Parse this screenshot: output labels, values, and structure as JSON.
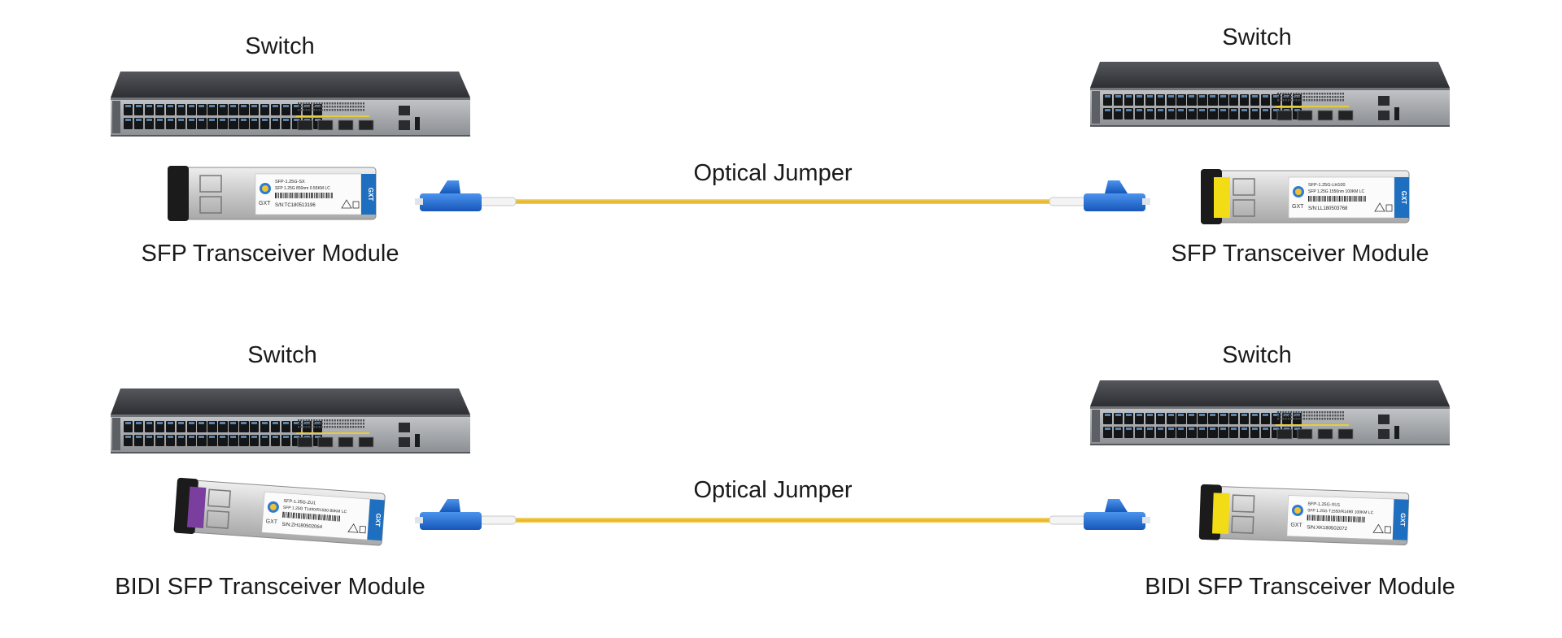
{
  "labels": {
    "switch": "Switch",
    "sfp_module": "SFP Transceiver Module",
    "bidi_module": "BIDI SFP Transceiver Module",
    "jumper": "Optical Jumper"
  },
  "module_text": {
    "brand": "GXT",
    "row1": {
      "left": {
        "model": "SFP-1.25G-SX",
        "spec": "SFP 1.25G 850nm 0.55KM LC",
        "serial": "S/N:TC180513196"
      },
      "right": {
        "model": "SFP-1.25G-LH100",
        "spec": "SFP 1.25G 1550nm 100KM LC",
        "serial": "S/N:LL180503768"
      }
    },
    "row2": {
      "left": {
        "model": "SFP-1.25G-ZU1",
        "spec": "SFP 1.25G T1490/R1550 80KM LC",
        "serial": "S/N:ZH180502064"
      },
      "right": {
        "model": "SFP-1.25G-XU1",
        "spec": "SFP 1.25G T1550/R1490 100KM LC",
        "serial": "S/N:XK180502072"
      }
    }
  },
  "colors": {
    "switch_body": "#3a3b3f",
    "switch_front": "#9fa2a6",
    "fiber": "#f1c232",
    "connector": "#1e6fd6",
    "module_label": "#1f6fc1",
    "latch_black": "#1b1b1b",
    "latch_yellow": "#f2dc16",
    "latch_purple": "#7a3f9e"
  }
}
